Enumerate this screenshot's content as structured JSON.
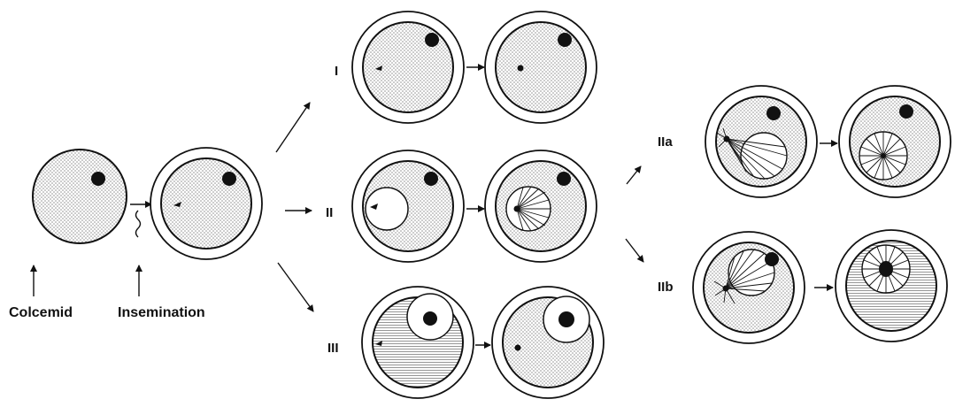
{
  "captions": {
    "colcemid": "Colcemid",
    "insemination": "Insemination"
  },
  "pathways": {
    "i": "I",
    "ii": "II",
    "iii": "III",
    "iia": "IIa",
    "iib": "IIb"
  },
  "colors": {
    "ink": "#111111",
    "stipple": "#8a8a8a",
    "background": "#ffffff"
  }
}
